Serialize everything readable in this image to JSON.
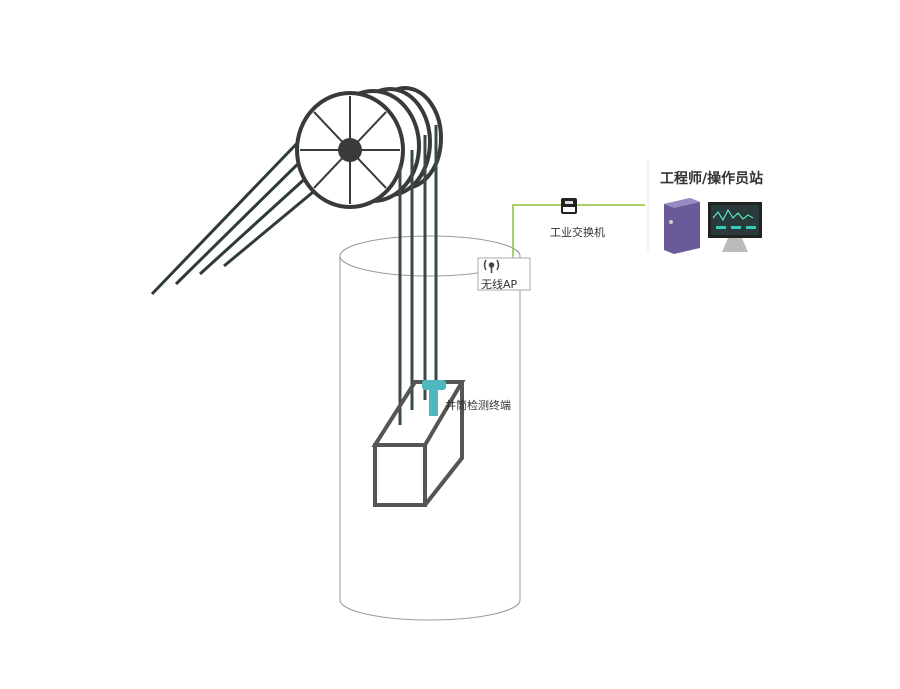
{
  "labels": {
    "station": "工程师/操作员站",
    "switch": "工业交换机",
    "ap": "无线AP",
    "terminal": "井筒检测终端"
  },
  "colors": {
    "network_line": "#8cbf3f",
    "terminal": "#4fb7c0",
    "rope": "#3a4a4a",
    "pc_tower": "#6a5a9a"
  }
}
